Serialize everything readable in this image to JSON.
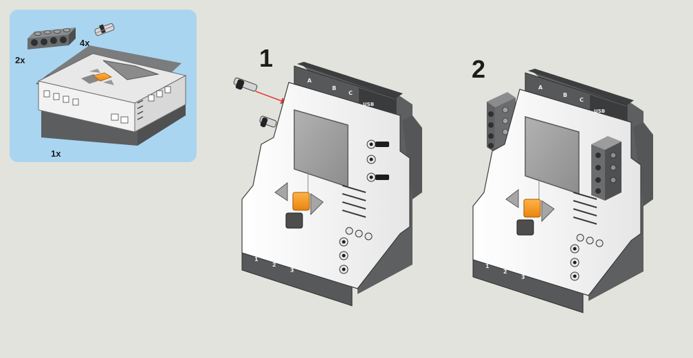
{
  "parts_box": {
    "background": "#a9d5f0",
    "items": [
      {
        "name": "beam-1x4",
        "quantity": "2x"
      },
      {
        "name": "connector-pin",
        "quantity": "4x"
      },
      {
        "name": "nxt-brick",
        "quantity": "1x"
      }
    ]
  },
  "steps": [
    {
      "number": "1",
      "ports_top": [
        "A",
        "B",
        "C"
      ],
      "usb_label": "USB",
      "ports_bottom": [
        "1",
        "2",
        "3"
      ]
    },
    {
      "number": "2",
      "ports_top": [
        "A",
        "B",
        "C"
      ],
      "usb_label": "USB",
      "ports_bottom": [
        "1",
        "2",
        "3"
      ]
    }
  ],
  "colors": {
    "background": "#e2e3dc",
    "brick_body": "#f4f4f4",
    "dark_gray": "#6b6d6e",
    "screen": "#9e9e9e",
    "orange_button": "#f39a1f",
    "arrow": "#e53935"
  }
}
